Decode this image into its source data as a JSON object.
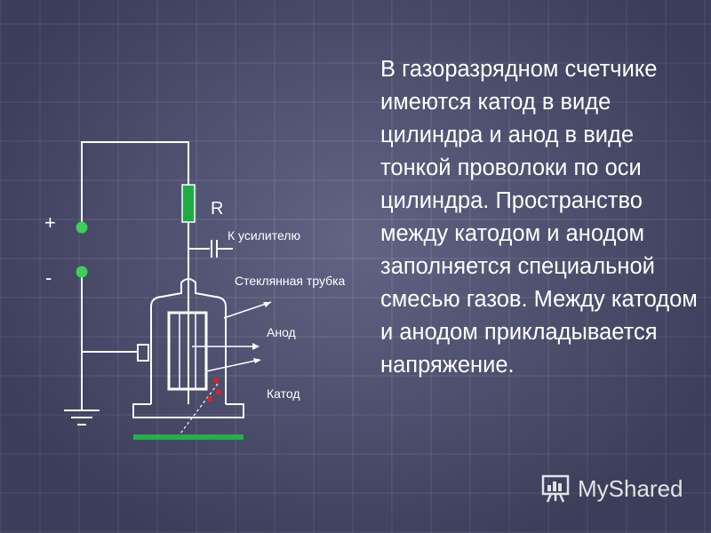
{
  "slide": {
    "body_text": "В газоразрядном счетчике имеются катод в виде цилиндра и анод в виде тонкой проволоки по оси цилиндра. Пространство между катодом и анодом заполняется специальной смесью газов. Между катодом и анодом прикладывается напряжение.",
    "watermark": "MyShared"
  },
  "diagram": {
    "labels": {
      "plus": "+",
      "minus": "-",
      "resistor": "R",
      "amplifier": "К усилителю",
      "glass_tube": "Стеклянная трубка",
      "anode": "Анод",
      "cathode": "Катод"
    }
  },
  "colors": {
    "background": "#4f5277",
    "wire": "#ffffff",
    "resistor": "#1faa44",
    "terminal": "#3ecf55",
    "detector_plate": "#22b04a",
    "particle": "#e02020",
    "text": "#ffffff"
  },
  "icons": {
    "logo": "presentation-board-icon"
  }
}
